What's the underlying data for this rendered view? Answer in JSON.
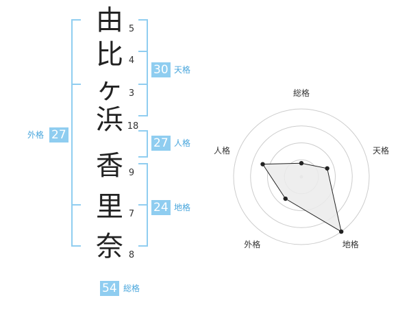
{
  "name": {
    "surname": [
      {
        "char": "由",
        "strokes": "5"
      },
      {
        "char": "比",
        "strokes": "4"
      },
      {
        "char": "ヶ",
        "strokes": "3"
      },
      {
        "char": "浜",
        "strokes": "18"
      }
    ],
    "given": [
      {
        "char": "香",
        "strokes": "9"
      },
      {
        "char": "里",
        "strokes": "7"
      },
      {
        "char": "奈",
        "strokes": "8"
      }
    ]
  },
  "kaku": {
    "tenkaku": {
      "value": "30",
      "label": "天格"
    },
    "jinkaku": {
      "value": "27",
      "label": "人格"
    },
    "chikaku": {
      "value": "24",
      "label": "地格"
    },
    "gaikaku": {
      "value": "27",
      "label": "外格"
    },
    "soukaku": {
      "value": "54",
      "label": "総格"
    }
  },
  "chart_data": {
    "type": "radar",
    "axes": [
      "総格",
      "天格",
      "地格",
      "外格",
      "人格"
    ],
    "values": [
      1,
      2,
      5,
      2,
      3
    ],
    "max": 5,
    "rings": 4,
    "colors": {
      "fill": "#ebebeb",
      "line": "#222222",
      "grid": "#cccccc"
    }
  }
}
